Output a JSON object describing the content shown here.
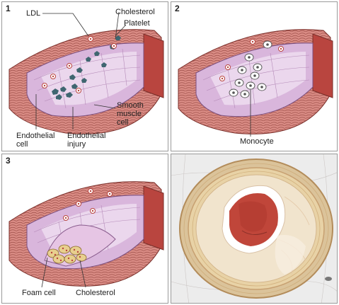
{
  "panels": [
    {
      "number": "1",
      "labels": {
        "ldl": "LDL",
        "cholesterol": "Cholesterol",
        "platelet": "Platelet",
        "smooth_muscle_cell": "Smooth\nmuscle\ncell",
        "endothelial_cell": "Endothelial\ncell",
        "endothelial_injury": "Endothelial\ninjury"
      }
    },
    {
      "number": "2",
      "labels": {
        "monocyte": "Monocyte"
      }
    },
    {
      "number": "3",
      "labels": {
        "foam_cell": "Foam cell",
        "cholesterol": "Cholesterol"
      }
    },
    {
      "number": "",
      "content": "histology micrograph of an artery cross-section"
    }
  ],
  "colors": {
    "vessel_wall": "#d98b84",
    "vessel_outer": "#b9453f",
    "lumen": "#d9b6dc",
    "lumen_light": "#efe0f1",
    "platelet": "#3f6670",
    "monocyte": "#ffffff",
    "foam_cell": "#e8cf8e",
    "tissue_ring": "#e0c590",
    "thrombus": "#c0463a"
  }
}
